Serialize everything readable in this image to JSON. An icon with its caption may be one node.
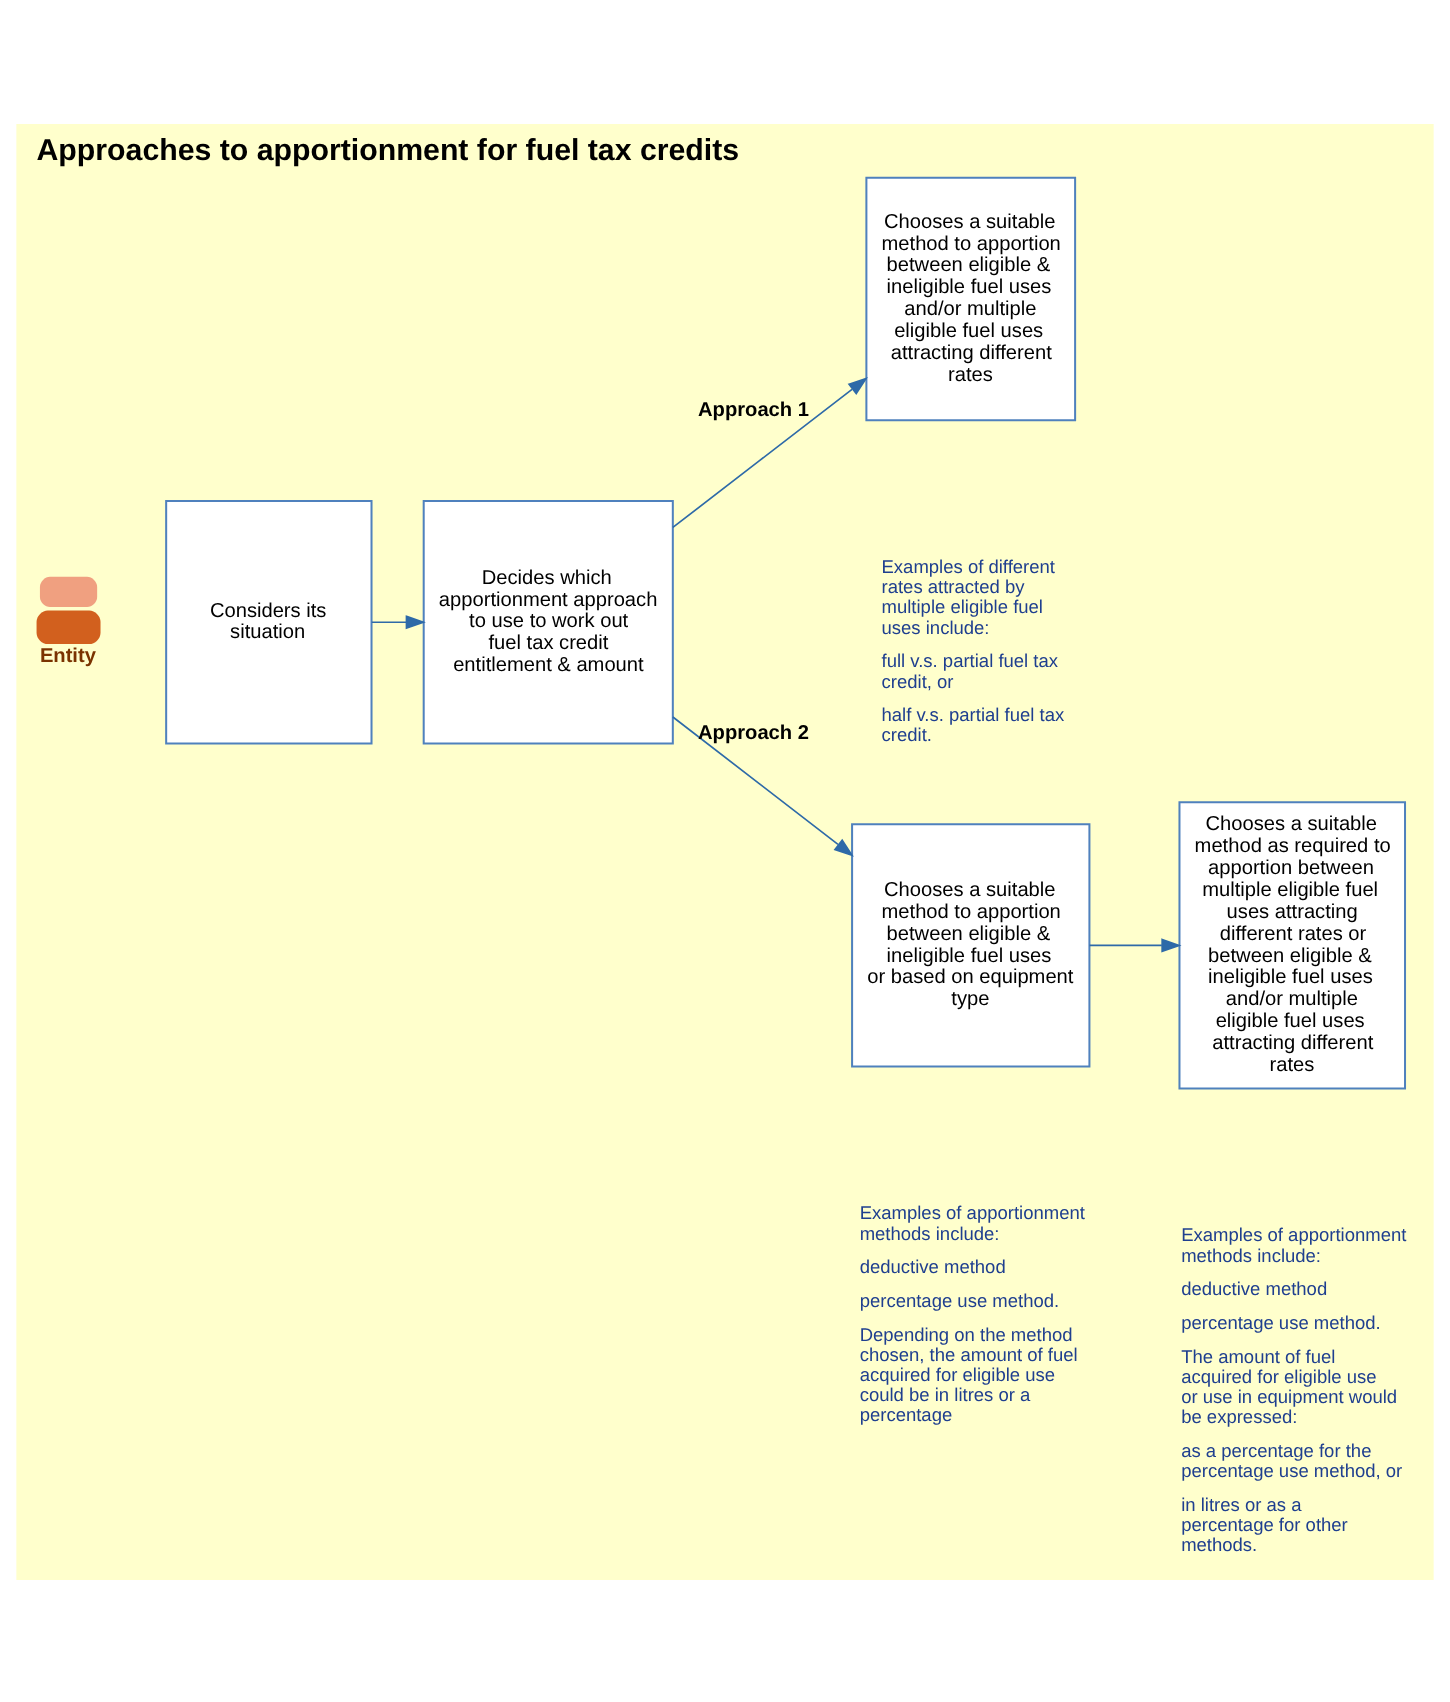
{
  "diagram": {
    "title": "Approaches to apportionment for fuel tax credits",
    "nodes": [
      {
        "text": [
          "Entity"
        ]
      },
      {
        "text": [
          "Considers its situation"
        ]
      },
      {
        "text": [
          "Decides which apportionment approach to use to work out fuel tax credit entitlement & amount"
        ]
      },
      {
        "text": [
          "Chooses a suitable method to apportion between eligible & ineligible fuel uses and/or multiple eligible fuel uses attracting different rates"
        ],
        "beside": [
          "Examples of different rates attracted by multiple eligible fuel uses include:",
          "full v.s. partial fuel tax credit, or",
          "half v.s. partial fuel tax credit."
        ]
      },
      {
        "text": [
          "Chooses a suitable method to apportion between eligible & ineligible fuel uses or based on equipment type"
        ],
        "beside": [
          "Examples of apportionment methods include:",
          "deductive method",
          "percentage use method.",
          "Depending on the method chosen, the amount of fuel acquired for eligible use could be in litres or a percentage"
        ]
      },
      {
        "text": [
          "Chooses a suitable method as required to apportion between multiple eligible fuel uses attracting different rates or between eligible & ineligible fuel uses and/or multiple eligible fuel uses attracting different rates"
        ],
        "beside": [
          "Examples of apportionment methods include:",
          "deductive method",
          "percentage use method.",
          "The amount of fuel acquired for eligible use or use in equipment would be expressed:",
          "as a percentage for the percentage use method, or",
          "in litres or as a percentage for other methods."
        ]
      }
    ],
    "edges": [
      {
        "from": 1,
        "to": 2,
        "arrow": "to"
      },
      {
        "from": 2,
        "to": 3,
        "label": "Approach 1",
        "arrow": "to"
      },
      {
        "from": 2,
        "to": 4,
        "label": "Approach 2",
        "arrow": "to"
      },
      {
        "from": 4,
        "to": 5,
        "arrow": "to"
      }
    ]
  }
}
